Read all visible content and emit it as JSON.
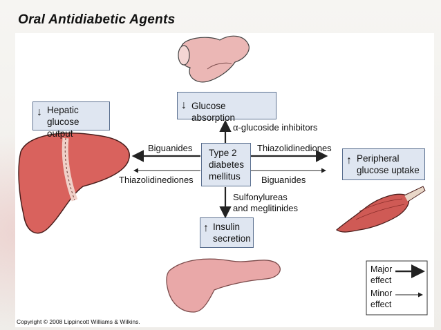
{
  "title": "Oral Antidiabetic Agents",
  "center": {
    "line1": "Type 2",
    "line2": "diabetes",
    "line3": "mellitus"
  },
  "boxes": {
    "hepatic": {
      "arrow": "↓",
      "line1": "Hepatic",
      "line2": "glucose output"
    },
    "absorption": {
      "arrow": "↓",
      "text": "Glucose absorption"
    },
    "peripheral": {
      "arrow": "↑",
      "line1": "Peripheral",
      "line2": "glucose uptake"
    },
    "insulin": {
      "arrow": "↑",
      "line1": "Insulin",
      "line2": "secretion"
    }
  },
  "drugs": {
    "alpha_glucosidase": "α-glucoside inhibitors",
    "biguanides_left": "Biguanides",
    "thiazolidinediones_left": "Thiazolidinediones",
    "thiazolidinediones_right": "Thiazolidinediones",
    "biguanides_right": "Biguanides",
    "sulfonylureas_line1": "Sulfonylureas",
    "sulfonylureas_line2": "and meglitinides"
  },
  "legend": {
    "major_line1": "Major",
    "major_line2": "effect",
    "minor_line1": "Minor",
    "minor_line2": "effect"
  },
  "copyright": "Copyright © 2008 Lippincott Williams & Wilkins.",
  "colors": {
    "box_fill": "#dfe6f1",
    "organ_red": "#d9625d",
    "pancreas": "#e9a8a8"
  }
}
